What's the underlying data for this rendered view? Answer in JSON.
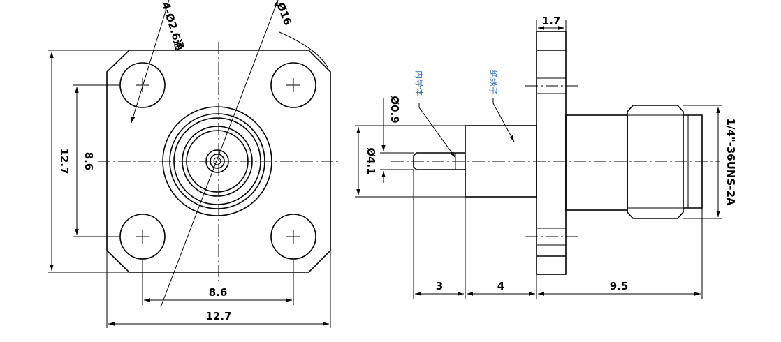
{
  "front_view": {
    "hole_callout": "4-Ø2.6通",
    "flange_callout": "Ø16",
    "height_overall": "12.7",
    "hole_spacing_vertical": "8.6",
    "hole_spacing_horizontal": "8.6",
    "width_overall": "12.7"
  },
  "side_view": {
    "flange_thickness": "1.7",
    "pin_diameter": "Ø0.9",
    "insulator_diameter": "Ø4.1",
    "thread_spec": "1/4\"-36UNS-2A",
    "pin_length": "3",
    "insulator_length": "4",
    "body_length": "9.5",
    "label_inner_conductor": "内导体",
    "label_insulator": "绝缘子"
  },
  "colors": {
    "line": "#000000",
    "label": "#3a6fb0"
  }
}
